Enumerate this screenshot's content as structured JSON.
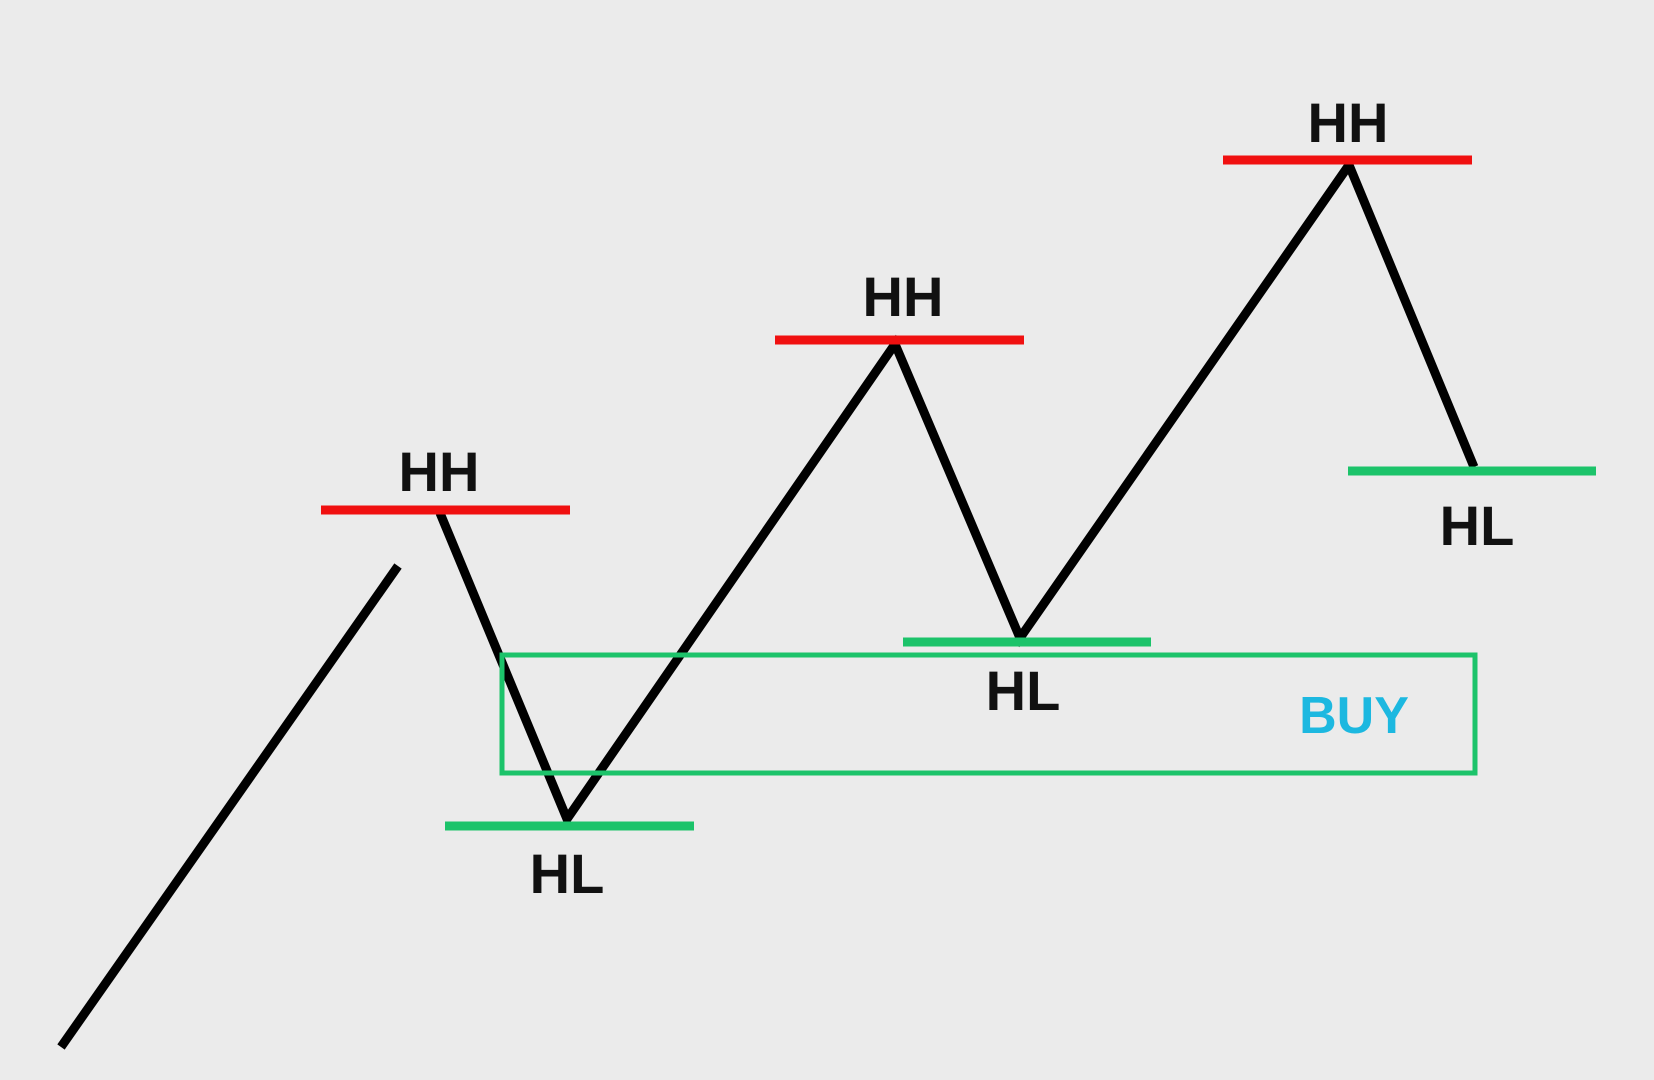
{
  "colors": {
    "background": "#ebebeb",
    "price_line": "#000000",
    "higher_high_level": "#f01010",
    "higher_low_level": "#1cc36a",
    "buy_zone_border": "#1cc36a",
    "buy_label": "#1cb8e0"
  },
  "labels": {
    "higher_high": "HH",
    "higher_low": "HL",
    "buy_zone": "BUY"
  }
}
